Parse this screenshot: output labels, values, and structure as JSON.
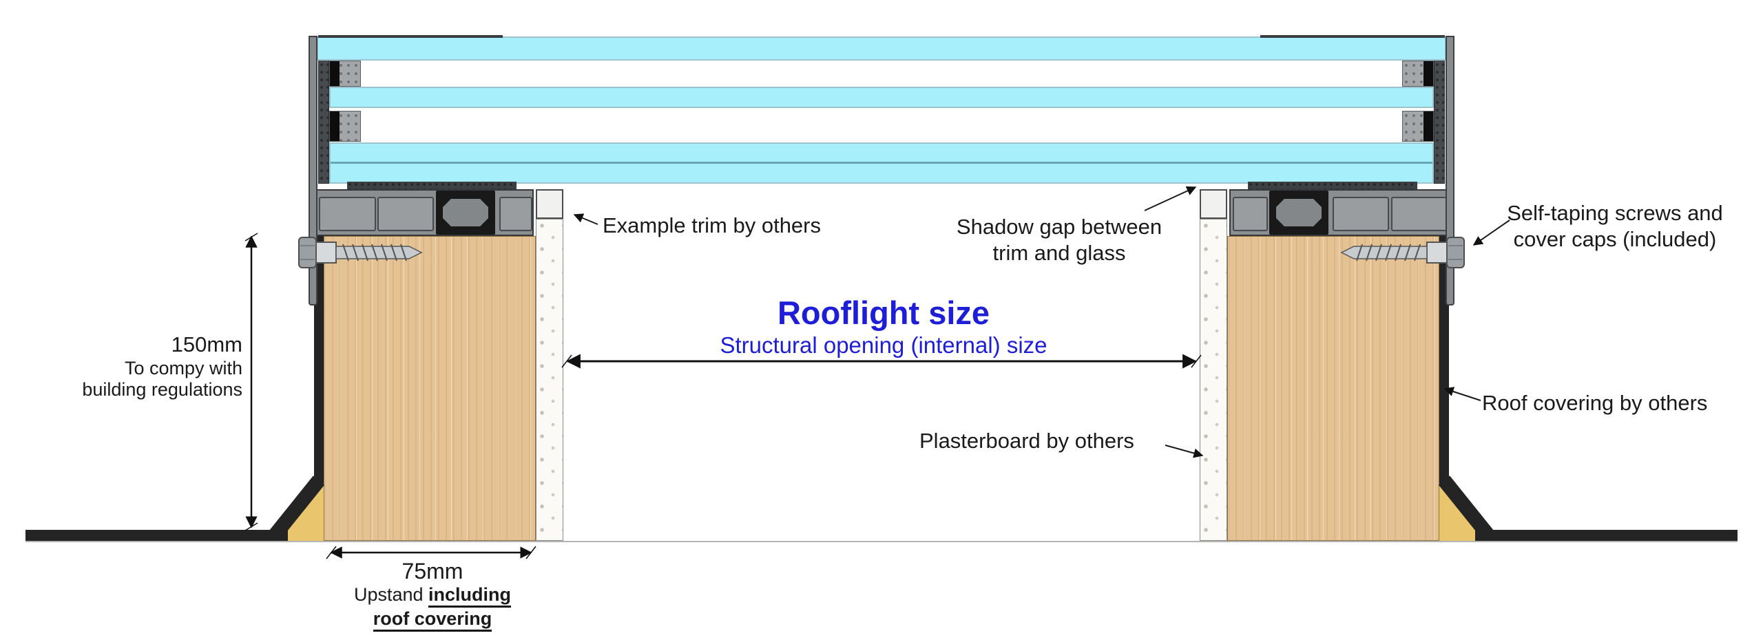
{
  "heading": {
    "title": "Rooflight size",
    "subtitle": "Structural opening (internal) size"
  },
  "callouts": {
    "example_trim": "Example trim by others",
    "shadow_gap": [
      "Shadow gap between",
      "trim and glass"
    ],
    "screws": [
      "Self-taping screws and",
      "cover caps (included)"
    ],
    "plasterboard": "Plasterboard by others",
    "roof_covering": "Roof covering by others"
  },
  "dimensions": {
    "height": {
      "value": "150mm",
      "note1": "To compy with",
      "note2": "building regulations"
    },
    "upstand": {
      "value": "75mm",
      "note_prefix": "Upstand ",
      "note_underlined_1": "including",
      "note_underlined_2": "roof covering"
    }
  },
  "colors": {
    "accent_blue": "#1e1ed8",
    "glass_cyan": "#a6effb",
    "wood_tan": "#e4c294",
    "fillet_yellow": "#e9c66d",
    "frame_grey": "#8a8e91",
    "membrane_black": "#242424",
    "label_black": "#1a1a1a"
  }
}
